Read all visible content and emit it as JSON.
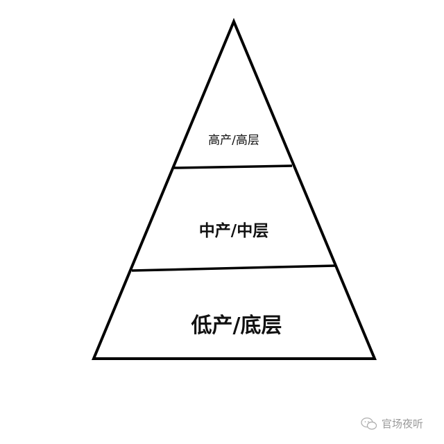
{
  "diagram": {
    "type": "pyramid",
    "layers": [
      {
        "label": "高产/高层"
      },
      {
        "label": "中产/中层"
      },
      {
        "label": "低产/底层"
      }
    ]
  },
  "watermark": {
    "icon": "wechat-icon",
    "text": "官场夜听"
  }
}
